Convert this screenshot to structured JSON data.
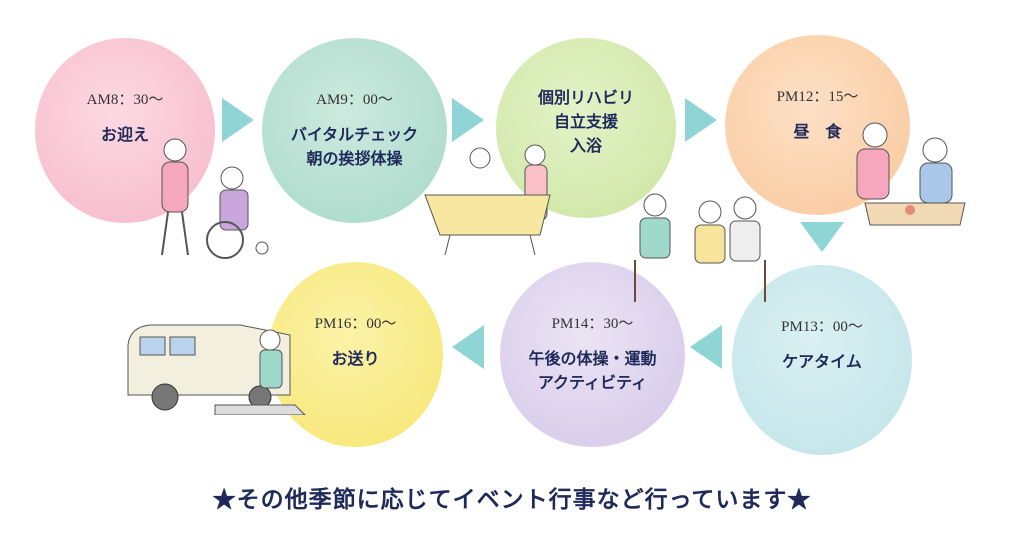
{
  "schedule": [
    {
      "time": "AM8：30〜",
      "label": [
        "お迎え"
      ],
      "color": "#f9c6d3"
    },
    {
      "time": "AM9：00〜",
      "label": [
        "バイタルチェック",
        "朝の挨拶体操"
      ],
      "color": "#b5e0d3"
    },
    {
      "time": "",
      "label": [
        "個別リハビリ",
        "自立支援",
        "入浴"
      ],
      "color": "#d6ebb0"
    },
    {
      "time": "PM12：15〜",
      "label": [
        "昼　食"
      ],
      "color": "#fbd3ae"
    },
    {
      "time": "PM13：00〜",
      "label": [
        "ケアタイム"
      ],
      "color": "#c8e8ec"
    },
    {
      "time": "PM14：30〜",
      "label": [
        "午後の体操・運動",
        "アクティビティ"
      ],
      "color": "#ddd3ec"
    },
    {
      "time": "PM16：00〜",
      "label": [
        "お送り"
      ],
      "color": "#f9ec8a"
    }
  ],
  "footer": "★その他季節に応じてイベント行事など行っています★",
  "arrow_color": "#8fd5d6"
}
